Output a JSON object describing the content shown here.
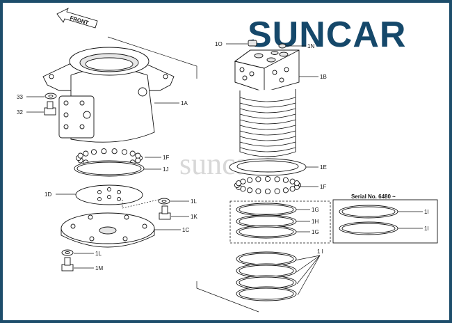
{
  "logo": {
    "text": "SUNCAR"
  },
  "watermark": {
    "text": "suncar"
  },
  "front_arrow": {
    "label": "FRONT"
  },
  "serial_box": {
    "title": "Serial No. 6480 ~"
  },
  "labels": {
    "l_33": "33",
    "l_32": "32",
    "l_1A": "1A",
    "l_1F_a": "1F",
    "l_1J": "1J",
    "l_1D": "1D",
    "l_1L_a": "1L",
    "l_1K": "1K",
    "l_1C": "1C",
    "l_1L_b": "1L",
    "l_1M": "1M",
    "l_1O": "1O",
    "l_1N": "1N",
    "l_1B": "1B",
    "l_1E": "1E",
    "l_1F_b": "1F",
    "l_1G_a": "1G",
    "l_1H": "1H",
    "l_1G_b": "1G",
    "l_1I_a": "1I",
    "l_1I_b": "1I",
    "l_1I_c": "1 I"
  },
  "colors": {
    "brand": "#15486a",
    "frame": "#1d4d6b"
  }
}
